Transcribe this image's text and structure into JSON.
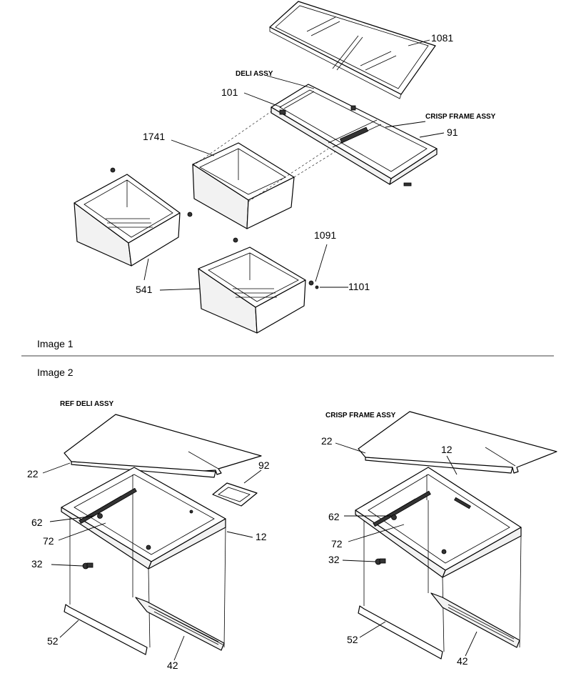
{
  "image1": {
    "title": "Image 1",
    "callouts": {
      "p1081": "1081",
      "deli_assy": "DELI ASSY",
      "p101": "101",
      "crisp_frame_assy": "CRISP FRAME ASSY",
      "p91": "91",
      "p1741": "1741",
      "p541": "541",
      "p1091": "1091",
      "p1101": "1101"
    }
  },
  "image2": {
    "title": "Image 2",
    "ref_deli": {
      "caption": "REF DELI ASSY",
      "p22": "22",
      "p92": "92",
      "p62": "62",
      "p72": "72",
      "p12": "12",
      "p32": "32",
      "p52": "52",
      "p42": "42"
    },
    "crisp_frame": {
      "caption": "CRISP FRAME ASSY",
      "p22": "22",
      "p12": "12",
      "p62": "62",
      "p72": "72",
      "p32": "32",
      "p52": "52",
      "p42": "42"
    }
  }
}
